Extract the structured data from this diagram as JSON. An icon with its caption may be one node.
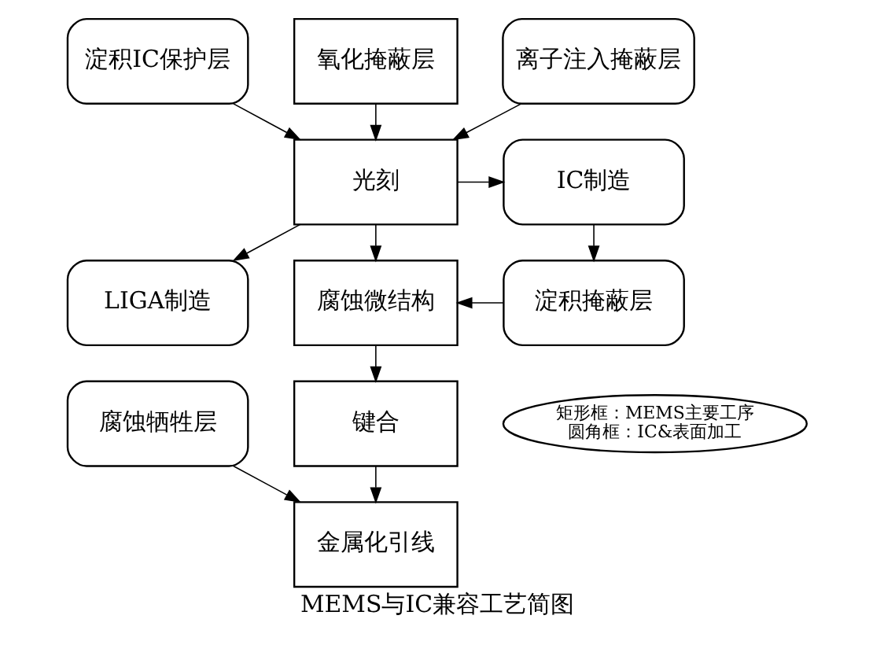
{
  "diagram": {
    "caption": "MEMS与IC兼容工艺简图",
    "nodes": [
      {
        "text": [
          "氧化掩蔽层"
        ]
      },
      {
        "text": [
          "离子注入掩蔽层"
        ]
      },
      {
        "text": [
          "淀积IC保护层"
        ]
      },
      {
        "text": [
          "光刻"
        ]
      },
      {
        "text": [
          "IC制造"
        ]
      },
      {
        "text": [
          "LIGA制造"
        ]
      },
      {
        "text": [
          "腐蚀微结构"
        ]
      },
      {
        "text": [
          "淀积掩蔽层"
        ]
      },
      {
        "text": [
          "键合"
        ]
      },
      {
        "text": [
          "腐蚀牺牲层"
        ]
      },
      {
        "text": [
          "矩形框：MEMS主要工序",
          "圆角框：IC&表面加工"
        ]
      },
      {
        "text": [
          "金属化引线"
        ]
      }
    ],
    "edges": [
      {
        "from": 0,
        "to": 3,
        "arrow": "to"
      },
      {
        "from": 2,
        "to": 3,
        "arrow": "to"
      },
      {
        "from": 1,
        "to": 3,
        "arrow": "to"
      },
      {
        "from": 3,
        "to": 4,
        "arrow": "to"
      },
      {
        "from": 3,
        "to": 5,
        "arrow": "to"
      },
      {
        "from": 3,
        "to": 6,
        "arrow": "to"
      },
      {
        "from": 4,
        "to": 7,
        "arrow": "to"
      },
      {
        "from": 7,
        "to": 6,
        "arrow": "to"
      },
      {
        "from": 6,
        "to": 8,
        "arrow": "to"
      },
      {
        "from": 8,
        "to": 11,
        "arrow": "to"
      },
      {
        "from": 9,
        "to": 11,
        "arrow": "to"
      }
    ]
  }
}
